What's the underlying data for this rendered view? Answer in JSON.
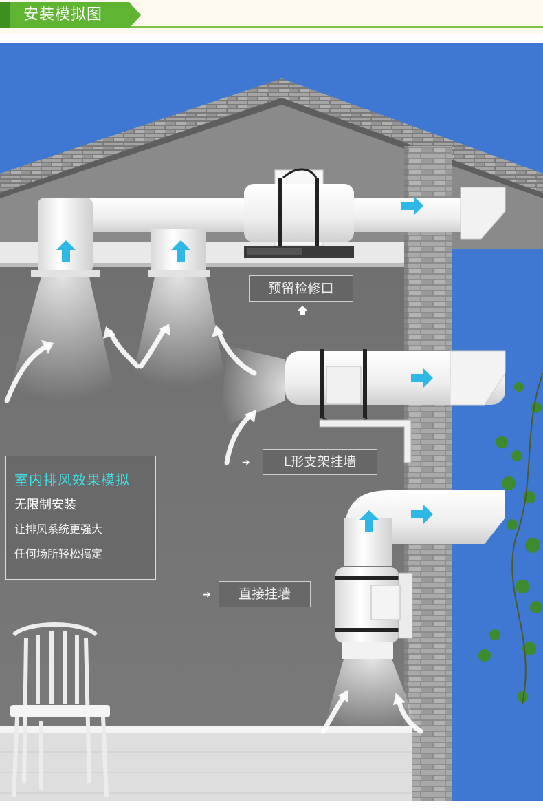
{
  "header": {
    "title": "安装模拟图",
    "accent": "#5fb432"
  },
  "callouts": {
    "inspection_port": "预留检修口",
    "l_bracket": "L形支架挂墙",
    "direct_wall": "直接挂墙"
  },
  "info_panel": {
    "title": "室内排风效果模拟",
    "line1": "无限制安装",
    "line2": "让排风系统更强大",
    "line3": "任何场所轻松搞定"
  },
  "colors": {
    "sky": "#3f78d2",
    "wall": "#6f6f6f",
    "duct": "#f4f4f4",
    "airflow_arrow": "#2fb7e6"
  }
}
